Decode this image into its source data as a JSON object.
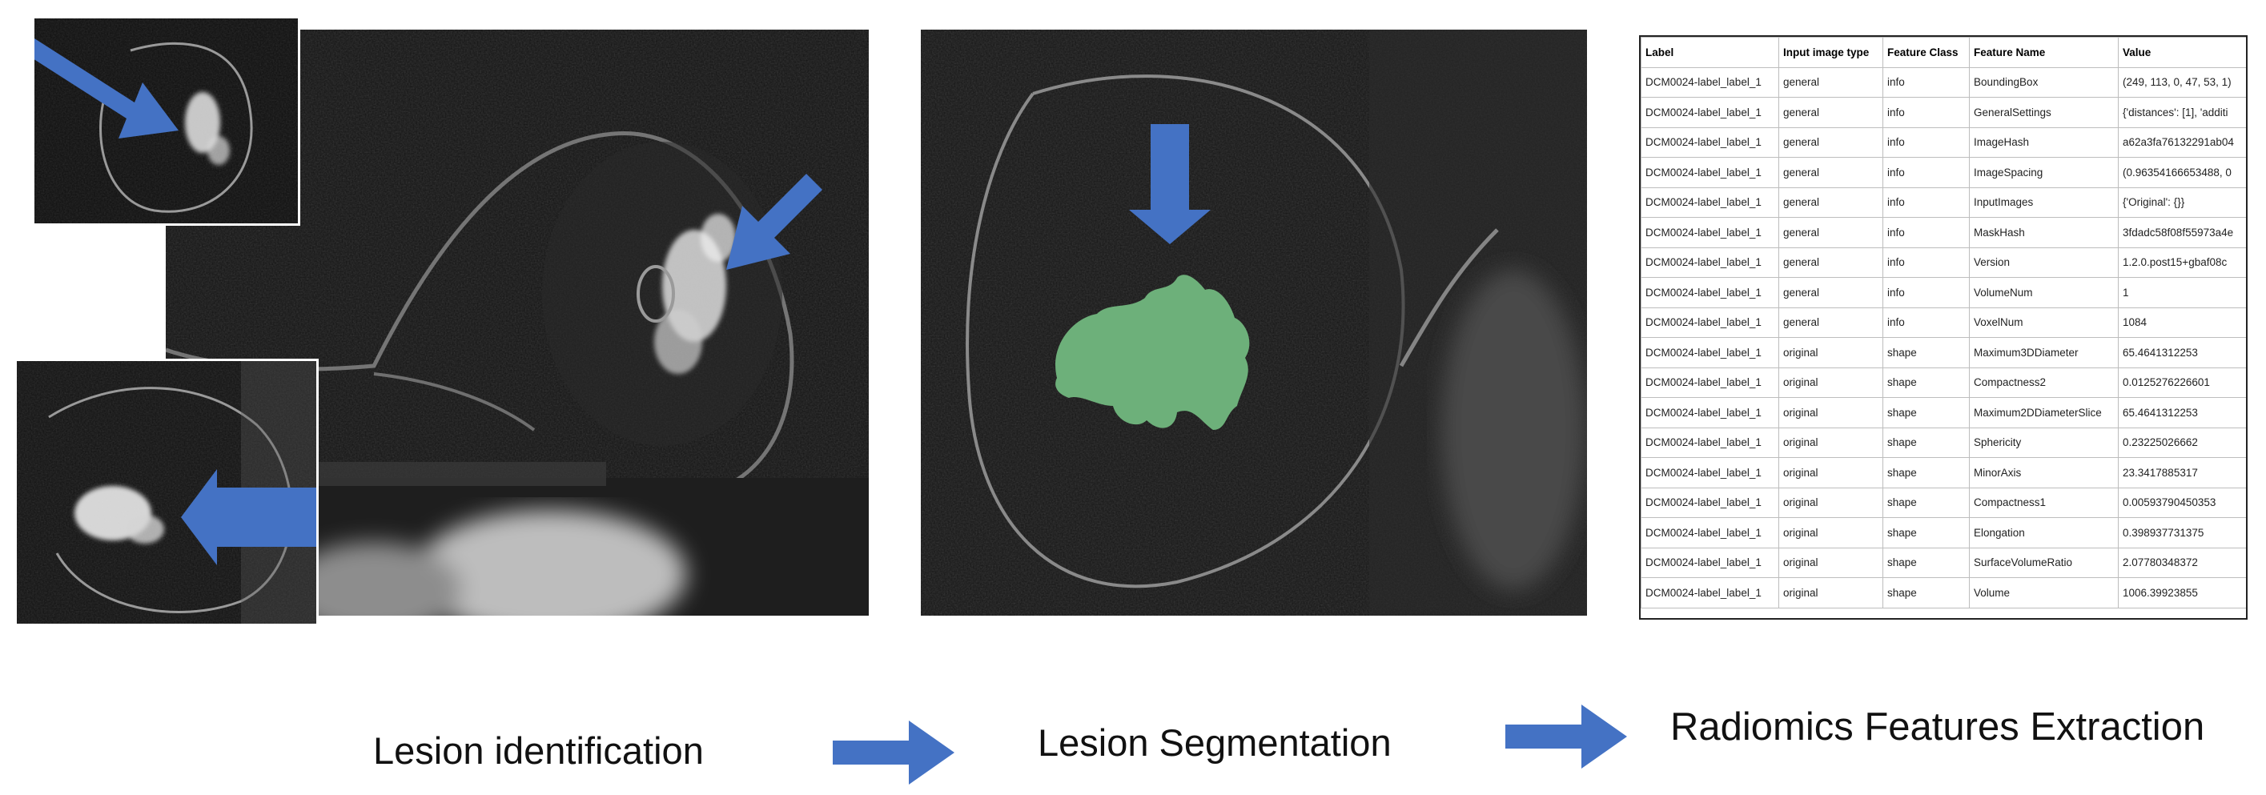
{
  "steps": [
    {
      "label": "Lesion identification"
    },
    {
      "label": "Lesion Segmentation"
    },
    {
      "label": "Radiomics Features Extraction"
    }
  ],
  "colors": {
    "arrow": "#4472C4",
    "segmentation_mask": "#6DB07A",
    "table_border": "#222222"
  },
  "table": {
    "headers": [
      "Label",
      "Input image type",
      "Feature Class",
      "Feature Name",
      "Value"
    ],
    "rows": [
      [
        "DCM0024-label_label_1",
        "general",
        "info",
        "BoundingBox",
        "(249, 113, 0, 47, 53, 1)"
      ],
      [
        "DCM0024-label_label_1",
        "general",
        "info",
        "GeneralSettings",
        "{'distances': [1], 'additi"
      ],
      [
        "DCM0024-label_label_1",
        "general",
        "info",
        "ImageHash",
        "a62a3fa76132291ab04"
      ],
      [
        "DCM0024-label_label_1",
        "general",
        "info",
        "ImageSpacing",
        "(0.96354166653488, 0"
      ],
      [
        "DCM0024-label_label_1",
        "general",
        "info",
        "InputImages",
        "{'Original': {}}"
      ],
      [
        "DCM0024-label_label_1",
        "general",
        "info",
        "MaskHash",
        "3fdadc58f08f55973a4e"
      ],
      [
        "DCM0024-label_label_1",
        "general",
        "info",
        "Version",
        "1.2.0.post15+gbaf08c"
      ],
      [
        "DCM0024-label_label_1",
        "general",
        "info",
        "VolumeNum",
        "1"
      ],
      [
        "DCM0024-label_label_1",
        "general",
        "info",
        "VoxelNum",
        "1084"
      ],
      [
        "DCM0024-label_label_1",
        "original",
        "shape",
        "Maximum3DDiameter",
        "65.4641312253"
      ],
      [
        "DCM0024-label_label_1",
        "original",
        "shape",
        "Compactness2",
        "0.0125276226601"
      ],
      [
        "DCM0024-label_label_1",
        "original",
        "shape",
        "Maximum2DDiameterSlice",
        "65.4641312253"
      ],
      [
        "DCM0024-label_label_1",
        "original",
        "shape",
        "Sphericity",
        "0.23225026662"
      ],
      [
        "DCM0024-label_label_1",
        "original",
        "shape",
        "MinorAxis",
        "23.3417885317"
      ],
      [
        "DCM0024-label_label_1",
        "original",
        "shape",
        "Compactness1",
        "0.00593790450353"
      ],
      [
        "DCM0024-label_label_1",
        "original",
        "shape",
        "Elongation",
        "0.398937731375"
      ],
      [
        "DCM0024-label_label_1",
        "original",
        "shape",
        "SurfaceVolumeRatio",
        "2.07780348372"
      ],
      [
        "DCM0024-label_label_1",
        "original",
        "shape",
        "Volume",
        "1006.39923855"
      ]
    ]
  }
}
